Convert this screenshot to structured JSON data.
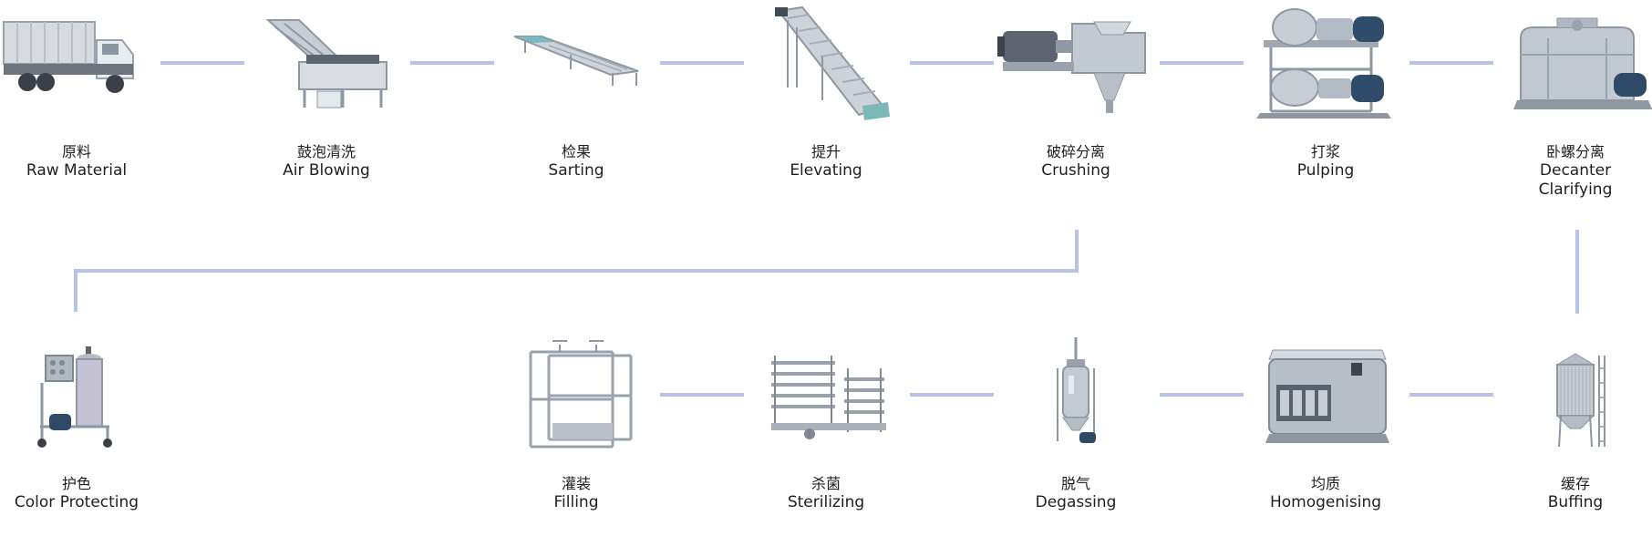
{
  "steps": [
    {
      "id": "raw-material",
      "zh": "原料",
      "en": "Raw Material",
      "icon": "truck-icon"
    },
    {
      "id": "air-blowing",
      "zh": "鼓泡清洗",
      "en": "Air Blowing",
      "icon": "bubble-washer-icon"
    },
    {
      "id": "sarting",
      "zh": "检果",
      "en": "Sarting",
      "icon": "sorting-conveyor-icon"
    },
    {
      "id": "elevating",
      "zh": "提升",
      "en": "Elevating",
      "icon": "elevator-conveyor-icon"
    },
    {
      "id": "crushing",
      "zh": "破碎分离",
      "en": "Crushing",
      "icon": "crusher-icon"
    },
    {
      "id": "pulping",
      "zh": "打浆",
      "en": "Pulping",
      "icon": "pulper-icon"
    },
    {
      "id": "decanter",
      "zh": "卧螺分离",
      "en": "Decanter",
      "en2": "Clarifying",
      "icon": "decanter-icon"
    },
    {
      "id": "buffing",
      "zh": "缓存",
      "en": "Buffing",
      "icon": "buffer-tank-icon"
    },
    {
      "id": "homogenising",
      "zh": "均质",
      "en": "Homogenising",
      "icon": "homogenizer-icon"
    },
    {
      "id": "degassing",
      "zh": "脱气",
      "en": "Degassing",
      "icon": "degasser-icon"
    },
    {
      "id": "sterilizing",
      "zh": "杀菌",
      "en": "Sterilizing",
      "icon": "sterilizer-icon"
    },
    {
      "id": "filling",
      "zh": "灌装",
      "en": "Filling",
      "icon": "filler-icon"
    },
    {
      "id": "color-protecting",
      "zh": "护色",
      "en": "Color Protecting",
      "icon": "color-protect-tank-icon"
    }
  ],
  "colors": {
    "connector": "#b7c3e6",
    "machine": "#9aa3ad",
    "machine_dark": "#5f6670",
    "motor": "#2e4a66"
  }
}
